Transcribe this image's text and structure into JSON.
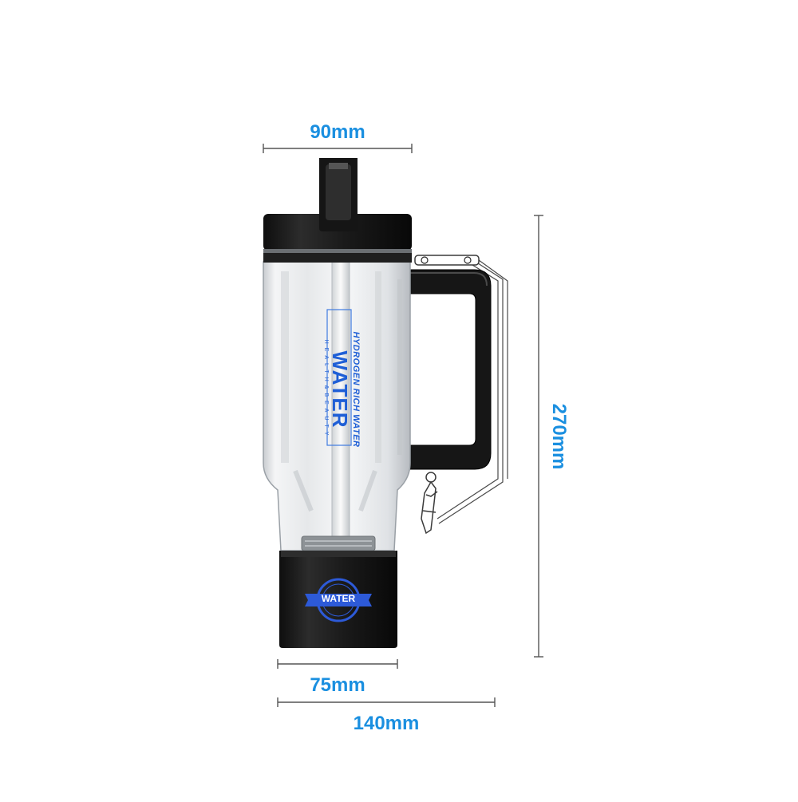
{
  "product": {
    "name_line": "HYDROGEN RICH WATER",
    "name_big": "WATER",
    "tagline": "HEALTH&BEAUTY",
    "badge_text": "WATER"
  },
  "dimensions": {
    "top_width": "90mm",
    "base_width": "75mm",
    "total_width": "140mm",
    "height": "270mm"
  },
  "colors": {
    "dimension": "#1a8fe0",
    "brand_print": "#1f5fd6",
    "body_dark": "#1c1c1c"
  }
}
